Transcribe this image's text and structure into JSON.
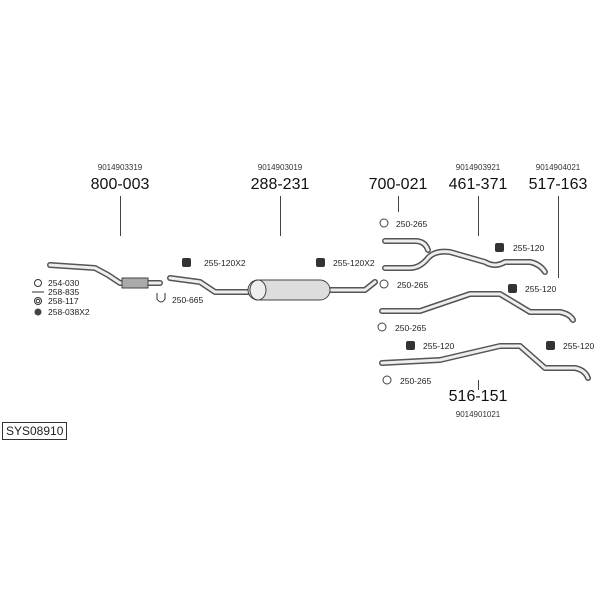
{
  "system_code": "SYS08910",
  "parts": [
    {
      "oe": "9014903319",
      "number": "800-003"
    },
    {
      "oe": "9014903019",
      "number": "288-231"
    },
    {
      "oe": "",
      "number": "700-021"
    },
    {
      "oe": "9014903921",
      "number": "461-371"
    },
    {
      "oe": "9014904021",
      "number": "517-163"
    },
    {
      "oe": "9014901021",
      "number": "516-151"
    }
  ],
  "accessories": {
    "front_kit": [
      "254-030",
      "258-835",
      "258-117",
      "258-038X2"
    ],
    "a1": "255-120X2",
    "a2": "250-665",
    "a3": "255-120X2",
    "a4": "250-265",
    "a5": "255-120",
    "a6": "250-265",
    "a7": "255-120",
    "a8": "250-265",
    "a9": "255-120",
    "a10": "255-120",
    "a11": "250-265"
  }
}
